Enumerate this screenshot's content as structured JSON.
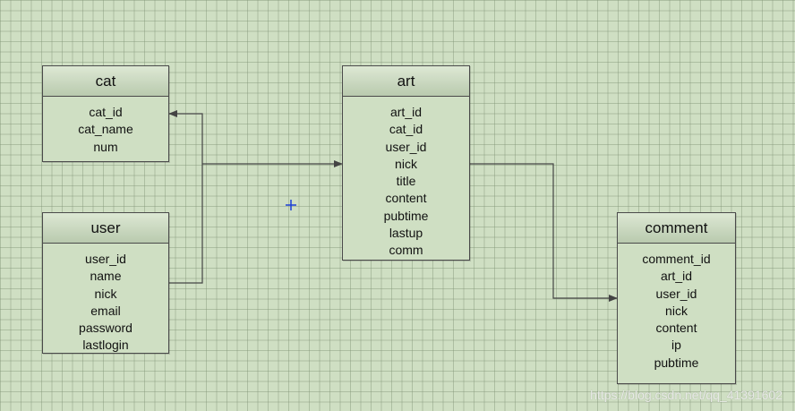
{
  "entities": {
    "cat": {
      "title": "cat",
      "fields": [
        "cat_id",
        "cat_name",
        "num"
      ]
    },
    "user": {
      "title": "user",
      "fields": [
        "user_id",
        "name",
        "nick",
        "email",
        "password",
        "lastlogin"
      ]
    },
    "art": {
      "title": "art",
      "fields": [
        "art_id",
        "cat_id",
        "user_id",
        "nick",
        "title",
        "content",
        "pubtime",
        "lastup",
        "comm"
      ]
    },
    "comment": {
      "title": "comment",
      "fields": [
        "comment_id",
        "art_id",
        "user_id",
        "nick",
        "content",
        "ip",
        "pubtime"
      ]
    }
  },
  "relations": [
    {
      "from": "user",
      "to": "cat"
    },
    {
      "from": "user",
      "to": "art"
    },
    {
      "from": "art",
      "to": "comment"
    }
  ],
  "watermark": "https://blog.csdn.net/qq_41391602",
  "colors": {
    "background": "#cfdfc3",
    "grid": "#8ea07f",
    "border": "#4a4a4a",
    "line": "#444444",
    "cursor": "#1a3fd6"
  }
}
